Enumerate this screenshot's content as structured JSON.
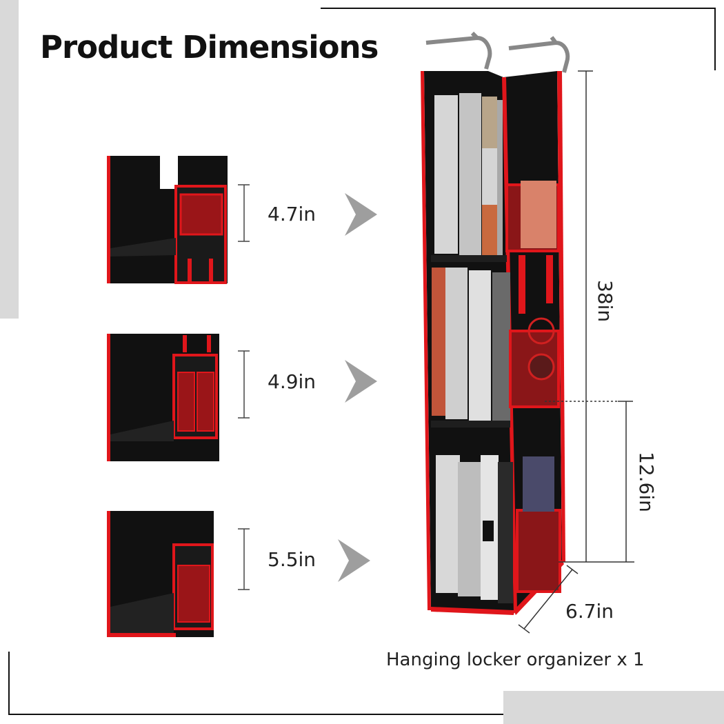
{
  "title": "Product Dimensions",
  "shelf_heights": [
    {
      "label": "4.7in"
    },
    {
      "label": "4.9in"
    },
    {
      "label": "5.5in"
    }
  ],
  "overall_height": "38in",
  "section_height": "12.6in",
  "depth": "6.7in",
  "caption": "Hanging locker organizer x 1",
  "colors": {
    "fabric": "#111111",
    "trim": "#e0161b",
    "arrow": "#9e9e9e",
    "frame_line": "#111111",
    "side_bar": "#d9d9d9"
  }
}
